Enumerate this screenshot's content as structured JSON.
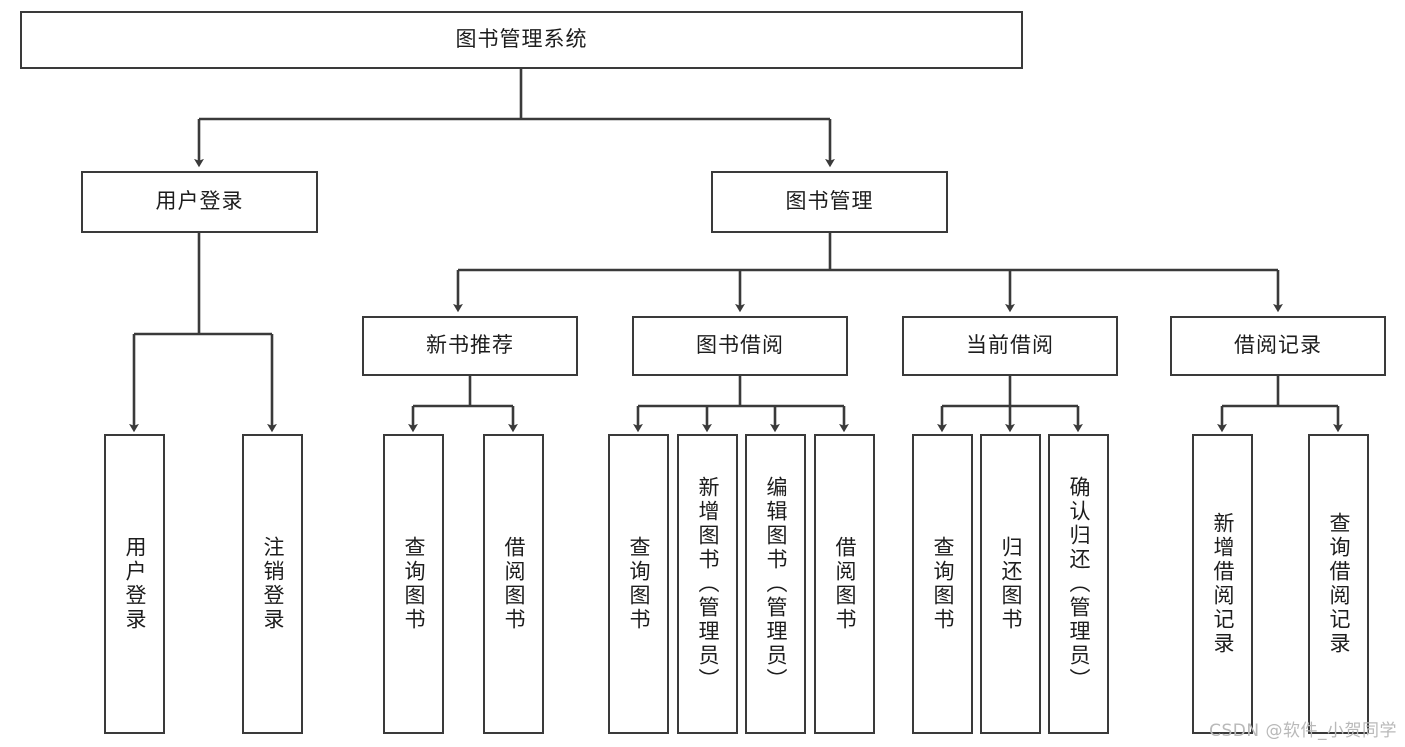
{
  "diagram": {
    "title_node": {
      "label": "图书管理系统"
    },
    "level2": [
      {
        "label": "用户登录"
      },
      {
        "label": "图书管理"
      }
    ],
    "level3": [
      {
        "label": "新书推荐"
      },
      {
        "label": "图书借阅"
      },
      {
        "label": "当前借阅"
      },
      {
        "label": "借阅记录"
      }
    ],
    "leaves": {
      "user_login": [
        {
          "label": "用户登录"
        },
        {
          "label": "注销登录"
        }
      ],
      "new_book": [
        {
          "label": "查询图书"
        },
        {
          "label": "借阅图书"
        }
      ],
      "book_borrow": [
        {
          "label": "查询图书"
        },
        {
          "label": "新增图书（管理员）"
        },
        {
          "label": "编辑图书（管理员）"
        },
        {
          "label": "借阅图书"
        }
      ],
      "current_borrow": [
        {
          "label": "查询图书"
        },
        {
          "label": "归还图书"
        },
        {
          "label": "确认归还（管理员）"
        }
      ],
      "borrow_record": [
        {
          "label": "新增借阅记录"
        },
        {
          "label": "查询借阅记录"
        }
      ]
    }
  },
  "watermark": {
    "text": "CSDN @软件_小贺同学"
  },
  "colors": {
    "stroke": "#3a3a3a",
    "background": "#ffffff",
    "text": "#1d1d1d",
    "watermark": "#b9b9b9"
  }
}
